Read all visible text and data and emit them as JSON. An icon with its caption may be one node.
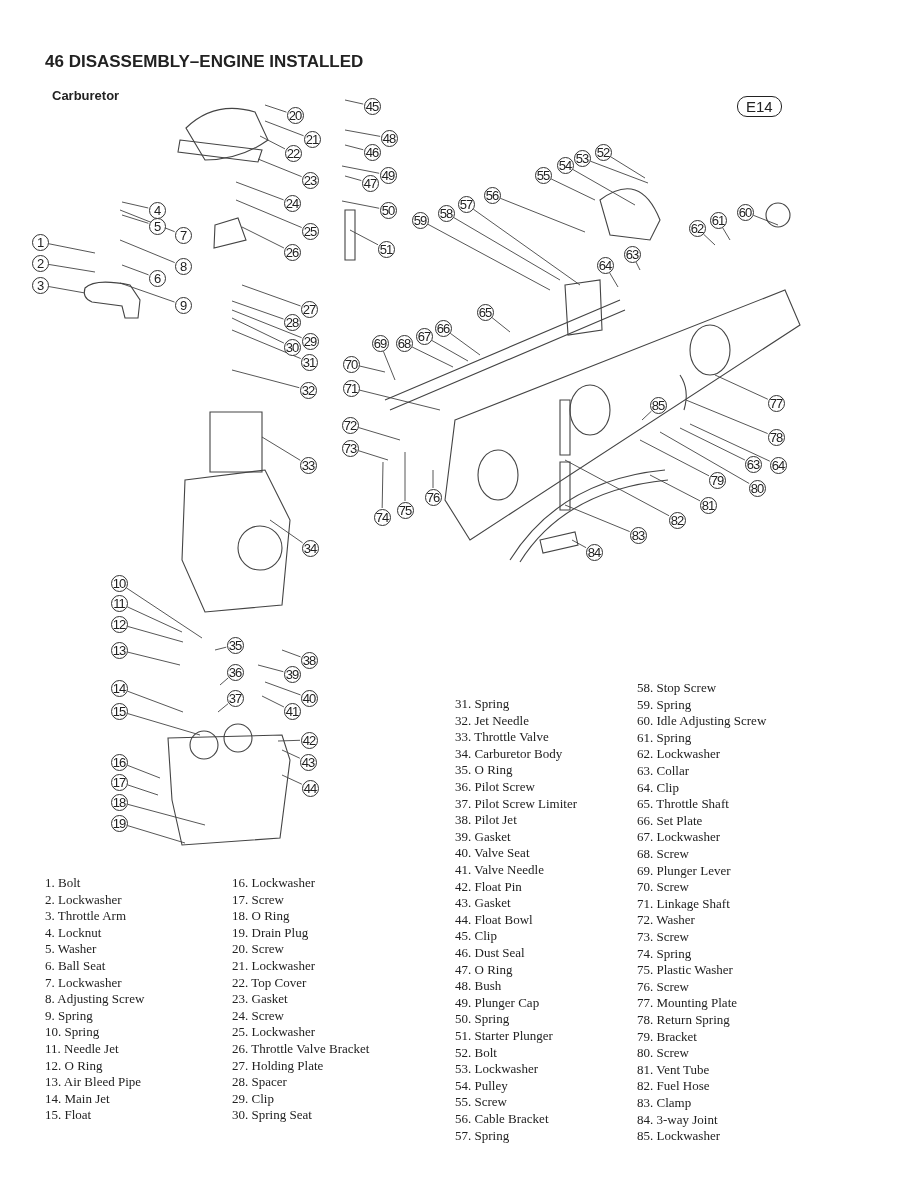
{
  "diagram": {
    "title": "46 DISASSEMBLY–ENGINE INSTALLED",
    "nodes": [
      {
        "text": [
          "E14"
        ]
      },
      {
        "text": [
          "1"
        ]
      },
      {
        "text": [
          "2"
        ]
      },
      {
        "text": [
          "3"
        ]
      },
      {
        "text": [
          "4"
        ]
      },
      {
        "text": [
          "5"
        ]
      },
      {
        "text": [
          "7"
        ]
      },
      {
        "text": [
          "8"
        ]
      },
      {
        "text": [
          "6"
        ]
      },
      {
        "text": [
          "9"
        ]
      },
      {
        "text": [
          "20"
        ]
      },
      {
        "text": [
          "21"
        ]
      },
      {
        "text": [
          "22"
        ]
      },
      {
        "text": [
          "23"
        ]
      },
      {
        "text": [
          "24"
        ]
      },
      {
        "text": [
          "25"
        ]
      },
      {
        "text": [
          "26"
        ]
      },
      {
        "text": [
          "27"
        ]
      },
      {
        "text": [
          "28"
        ]
      },
      {
        "text": [
          "29"
        ]
      },
      {
        "text": [
          "30"
        ]
      },
      {
        "text": [
          "31"
        ]
      },
      {
        "text": [
          "32"
        ]
      },
      {
        "text": [
          "33"
        ]
      },
      {
        "text": [
          "34"
        ]
      },
      {
        "text": [
          "45"
        ]
      },
      {
        "text": [
          "48"
        ]
      },
      {
        "text": [
          "46"
        ]
      },
      {
        "text": [
          "49"
        ]
      },
      {
        "text": [
          "47"
        ]
      },
      {
        "text": [
          "50"
        ]
      },
      {
        "text": [
          "51"
        ]
      },
      {
        "text": [
          "52"
        ]
      },
      {
        "text": [
          "53"
        ]
      },
      {
        "text": [
          "54"
        ]
      },
      {
        "text": [
          "55"
        ]
      },
      {
        "text": [
          "56"
        ]
      },
      {
        "text": [
          "57"
        ]
      },
      {
        "text": [
          "58"
        ]
      },
      {
        "text": [
          "59"
        ]
      },
      {
        "text": [
          "60"
        ]
      },
      {
        "text": [
          "61"
        ]
      },
      {
        "text": [
          "62"
        ]
      },
      {
        "text": [
          "63"
        ]
      },
      {
        "text": [
          "64"
        ]
      },
      {
        "text": [
          "65"
        ]
      },
      {
        "text": [
          "66"
        ]
      },
      {
        "text": [
          "67"
        ]
      },
      {
        "text": [
          "68"
        ]
      },
      {
        "text": [
          "69"
        ]
      },
      {
        "text": [
          "70"
        ]
      },
      {
        "text": [
          "71"
        ]
      },
      {
        "text": [
          "72"
        ]
      },
      {
        "text": [
          "73"
        ]
      },
      {
        "text": [
          "74"
        ]
      },
      {
        "text": [
          "75"
        ]
      },
      {
        "text": [
          "76"
        ]
      },
      {
        "text": [
          "77"
        ]
      },
      {
        "text": [
          "78"
        ]
      },
      {
        "text": [
          "85"
        ]
      },
      {
        "text": [
          "63"
        ]
      },
      {
        "text": [
          "64"
        ]
      },
      {
        "text": [
          "79"
        ]
      },
      {
        "text": [
          "80"
        ]
      },
      {
        "text": [
          "81"
        ]
      },
      {
        "text": [
          "82"
        ]
      },
      {
        "text": [
          "83"
        ]
      },
      {
        "text": [
          "84"
        ]
      },
      {
        "text": [
          "10"
        ]
      },
      {
        "text": [
          "11"
        ]
      },
      {
        "text": [
          "12"
        ]
      },
      {
        "text": [
          "13"
        ]
      },
      {
        "text": [
          "14"
        ]
      },
      {
        "text": [
          "15"
        ]
      },
      {
        "text": [
          "16"
        ]
      },
      {
        "text": [
          "17"
        ]
      },
      {
        "text": [
          "18"
        ]
      },
      {
        "text": [
          "19"
        ]
      },
      {
        "text": [
          "35"
        ]
      },
      {
        "text": [
          "36"
        ]
      },
      {
        "text": [
          "37"
        ]
      },
      {
        "text": [
          "38"
        ]
      },
      {
        "text": [
          "39"
        ]
      },
      {
        "text": [
          "40"
        ]
      },
      {
        "text": [
          "41"
        ]
      },
      {
        "text": [
          "42"
        ]
      },
      {
        "text": [
          "43"
        ]
      },
      {
        "text": [
          "44"
        ]
      }
    ],
    "edges": [
      {
        "from": 1,
        "to": null,
        "arrow": "none"
      },
      {
        "from": 2,
        "to": null,
        "arrow": "none"
      },
      {
        "from": 3,
        "to": null,
        "arrow": "none"
      },
      {
        "from": 4,
        "to": null,
        "arrow": "none"
      },
      {
        "from": 5,
        "to": null,
        "arrow": "none"
      },
      {
        "from": 6,
        "to": null,
        "arrow": "none"
      },
      {
        "from": 7,
        "to": null,
        "arrow": "none"
      },
      {
        "from": 8,
        "to": null,
        "arrow": "none"
      },
      {
        "from": 9,
        "to": null,
        "arrow": "none"
      },
      {
        "from": 10,
        "to": null,
        "arrow": "none"
      },
      {
        "from": 11,
        "to": null,
        "arrow": "none"
      },
      {
        "from": 12,
        "to": null,
        "arrow": "none"
      },
      {
        "from": 13,
        "to": null,
        "arrow": "none"
      },
      {
        "from": 14,
        "to": null,
        "arrow": "none"
      },
      {
        "from": 15,
        "to": null,
        "arrow": "none"
      },
      {
        "from": 16,
        "to": null,
        "arrow": "none"
      },
      {
        "from": 17,
        "to": null,
        "arrow": "none"
      },
      {
        "from": 18,
        "to": null,
        "arrow": "none"
      },
      {
        "from": 19,
        "to": null,
        "arrow": "none"
      },
      {
        "from": 20,
        "to": null,
        "arrow": "none"
      },
      {
        "from": 21,
        "to": null,
        "arrow": "none"
      },
      {
        "from": 22,
        "to": null,
        "arrow": "none"
      },
      {
        "from": 23,
        "to": null,
        "arrow": "none"
      },
      {
        "from": 24,
        "to": null,
        "arrow": "none"
      },
      {
        "from": 25,
        "to": null,
        "arrow": "none"
      },
      {
        "from": 26,
        "to": null,
        "arrow": "none"
      },
      {
        "from": 27,
        "to": null,
        "arrow": "none"
      },
      {
        "from": 28,
        "to": null,
        "arrow": "none"
      },
      {
        "from": 29,
        "to": null,
        "arrow": "none"
      },
      {
        "from": 30,
        "to": null,
        "arrow": "none"
      },
      {
        "from": 31,
        "to": null,
        "arrow": "none"
      },
      {
        "from": 32,
        "to": null,
        "arrow": "none"
      },
      {
        "from": 33,
        "to": null,
        "arrow": "none"
      },
      {
        "from": 34,
        "to": null,
        "arrow": "none"
      },
      {
        "from": 35,
        "to": null,
        "arrow": "none"
      },
      {
        "from": 36,
        "to": null,
        "arrow": "none"
      },
      {
        "from": 37,
        "to": null,
        "arrow": "none"
      },
      {
        "from": 38,
        "to": null,
        "arrow": "none"
      },
      {
        "from": 39,
        "to": null,
        "arrow": "none"
      },
      {
        "from": 40,
        "to": null,
        "arrow": "none"
      },
      {
        "from": 41,
        "to": null,
        "arrow": "none"
      },
      {
        "from": 42,
        "to": null,
        "arrow": "none"
      },
      {
        "from": 43,
        "to": null,
        "arrow": "none"
      },
      {
        "from": 44,
        "to": null,
        "arrow": "none"
      },
      {
        "from": 45,
        "to": null,
        "arrow": "none"
      },
      {
        "from": 46,
        "to": null,
        "arrow": "none"
      },
      {
        "from": 47,
        "to": null,
        "arrow": "none"
      },
      {
        "from": 48,
        "to": null,
        "arrow": "none"
      },
      {
        "from": 49,
        "to": null,
        "arrow": "none"
      },
      {
        "from": 50,
        "to": null,
        "arrow": "none"
      },
      {
        "from": 51,
        "to": null,
        "arrow": "none"
      },
      {
        "from": 52,
        "to": null,
        "arrow": "none"
      },
      {
        "from": 53,
        "to": null,
        "arrow": "none"
      },
      {
        "from": 54,
        "to": null,
        "arrow": "none"
      },
      {
        "from": 55,
        "to": null,
        "arrow": "none"
      },
      {
        "from": 56,
        "to": null,
        "arrow": "none"
      },
      {
        "from": 57,
        "to": null,
        "arrow": "none"
      },
      {
        "from": 58,
        "to": null,
        "arrow": "none"
      },
      {
        "from": 59,
        "to": null,
        "arrow": "none"
      },
      {
        "from": 60,
        "to": null,
        "arrow": "none"
      },
      {
        "from": 61,
        "to": null,
        "arrow": "none"
      },
      {
        "from": 62,
        "to": null,
        "arrow": "none"
      },
      {
        "from": 63,
        "to": null,
        "arrow": "none"
      },
      {
        "from": 64,
        "to": null,
        "arrow": "none"
      },
      {
        "from": 65,
        "to": null,
        "arrow": "none"
      },
      {
        "from": 66,
        "to": null,
        "arrow": "none"
      },
      {
        "from": 67,
        "to": null,
        "arrow": "none"
      },
      {
        "from": 68,
        "to": null,
        "arrow": "none"
      },
      {
        "from": 69,
        "to": null,
        "arrow": "none"
      },
      {
        "from": 70,
        "to": null,
        "arrow": "none"
      },
      {
        "from": 71,
        "to": null,
        "arrow": "none"
      },
      {
        "from": 72,
        "to": null,
        "arrow": "none"
      },
      {
        "from": 73,
        "to": null,
        "arrow": "none"
      },
      {
        "from": 74,
        "to": null,
        "arrow": "none"
      },
      {
        "from": 75,
        "to": null,
        "arrow": "none"
      },
      {
        "from": 76,
        "to": null,
        "arrow": "none"
      },
      {
        "from": 77,
        "to": null,
        "arrow": "none"
      },
      {
        "from": 78,
        "to": null,
        "arrow": "none"
      },
      {
        "from": 79,
        "to": null,
        "arrow": "none"
      },
      {
        "from": 80,
        "to": null,
        "arrow": "none"
      },
      {
        "from": 81,
        "to": null,
        "arrow": "none"
      },
      {
        "from": 82,
        "to": null,
        "arrow": "none"
      },
      {
        "from": 83,
        "to": null,
        "arrow": "none"
      },
      {
        "from": 84,
        "to": null,
        "arrow": "none"
      },
      {
        "from": 85,
        "to": null,
        "arrow": "none"
      },
      {
        "from": 86,
        "to": null,
        "arrow": "none"
      },
      {
        "from": 87,
        "to": null,
        "arrow": "none"
      }
    ],
    "labels": [
      "Carburetor",
      "1. Bolt",
      "2. Lockwasher",
      "3. Throttle Arm",
      "4. Locknut",
      "5. Washer",
      "6. Ball Seat",
      "7. Lockwasher",
      "8. Adjusting Screw",
      "9. Spring",
      "10. Spring",
      "11. Needle Jet",
      "12. O Ring",
      "13. Air Bleed Pipe",
      "14. Main Jet",
      "15. Float",
      "16. Lockwasher",
      "17. Screw",
      "18. O Ring",
      "19. Drain Plug",
      "20. Screw",
      "21. Lockwasher",
      "22. Top Cover",
      "23. Gasket",
      "24. Screw",
      "25. Lockwasher",
      "26. Throttle Valve Bracket",
      "27. Holding Plate",
      "28. Spacer",
      "29. Clip",
      "30. Spring Seat",
      "31. Spring",
      "32. Jet Needle",
      "33. Throttle Valve",
      "34. Carburetor Body",
      "35. O Ring",
      "36. Pilot Screw",
      "37. Pilot Screw Limiter",
      "38. Pilot Jet",
      "39. Gasket",
      "40. Valve Seat",
      "41. Valve Needle",
      "42. Float Pin",
      "43. Gasket",
      "44. Float Bowl",
      "45. Clip",
      "46. Dust Seal",
      "47. O Ring",
      "48. Bush",
      "49. Plunger Cap",
      "50. Spring",
      "51. Starter Plunger",
      "52. Bolt",
      "53. Lockwasher",
      "54. Pulley",
      "55. Screw",
      "56. Cable Bracket",
      "57. Spring",
      "58. Stop Screw",
      "59. Spring",
      "60. Idle Adjusting Screw",
      "61. Spring",
      "62. Lockwasher",
      "63. Collar",
      "64. Clip",
      "65. Throttle Shaft",
      "66. Set Plate",
      "67. Lockwasher",
      "68. Screw",
      "69. Plunger Lever",
      "70. Screw",
      "71. Linkage Shaft",
      "72. Washer",
      "73. Screw",
      "74. Spring",
      "75. Plastic Washer",
      "76. Screw",
      "77. Mounting Plate",
      "78. Return Spring",
      "79. Bracket",
      "80. Screw",
      "81. Vent Tube",
      "82. Fuel Hose",
      "83. Clamp",
      "84. 3-way Joint",
      "85. Lockwasher"
    ]
  }
}
